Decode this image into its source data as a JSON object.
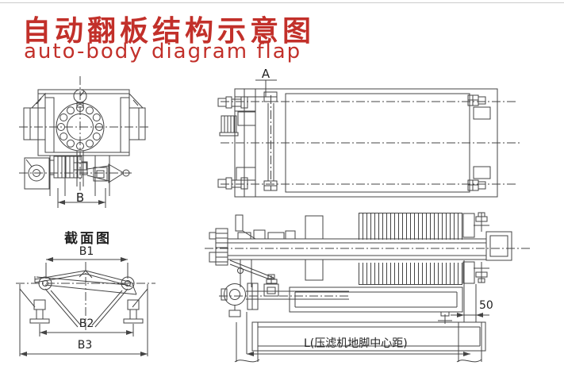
{
  "meta": {
    "background": "#ffffff",
    "line_color": "#444444",
    "accent_red": "#c2302a"
  },
  "header": {
    "title_cn": "自动翻板结构示意图",
    "title_en": "auto-body diagram flap"
  },
  "front_view": {
    "dim_b": "B"
  },
  "section_view": {
    "title": "截面图",
    "dim_b1": "B1",
    "dim_b2": "B2",
    "dim_b3": "B3"
  },
  "plan_view": {
    "label_a": "A"
  },
  "side_view": {
    "dim_50": "50",
    "dim_l": "L(压滤机地脚中心距)"
  }
}
